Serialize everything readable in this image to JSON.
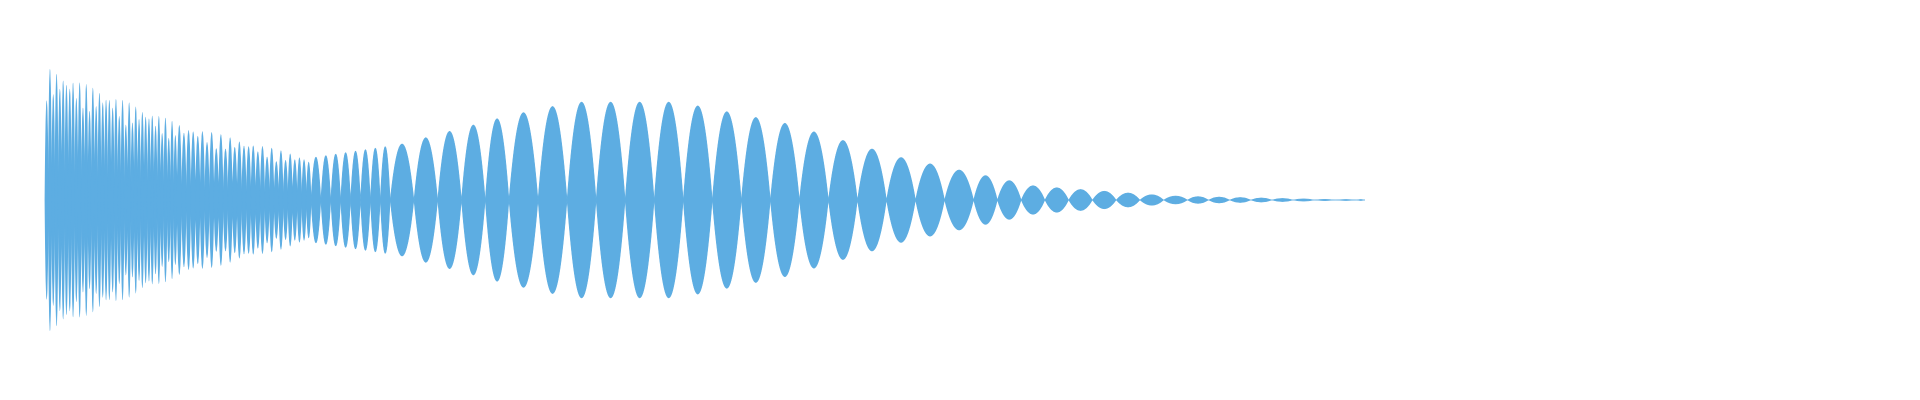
{
  "waveform": {
    "color": "#5dade2",
    "background": "#ffffff",
    "envelope": [
      {
        "t": 0.0,
        "amp": 0.95,
        "lobes": 60
      },
      {
        "t": 0.1,
        "amp": 0.55,
        "lobes": 60
      },
      {
        "t": 0.2,
        "amp": 0.3,
        "lobes": 40
      },
      {
        "t": 0.27,
        "amp": 0.4,
        "lobes": 18
      },
      {
        "t": 0.35,
        "amp": 0.6,
        "lobes": 12
      },
      {
        "t": 0.4,
        "amp": 0.7,
        "lobes": 10
      },
      {
        "t": 0.48,
        "amp": 0.7,
        "lobes": 8
      },
      {
        "t": 0.56,
        "amp": 0.55,
        "lobes": 6
      },
      {
        "t": 0.65,
        "amp": 0.3,
        "lobes": 6
      },
      {
        "t": 0.75,
        "amp": 0.1,
        "lobes": 6
      },
      {
        "t": 0.85,
        "amp": 0.03,
        "lobes": 6
      },
      {
        "t": 0.97,
        "amp": 0.005,
        "lobes": 5
      },
      {
        "t": 1.0,
        "amp": 0.0,
        "lobes": 5
      }
    ]
  }
}
